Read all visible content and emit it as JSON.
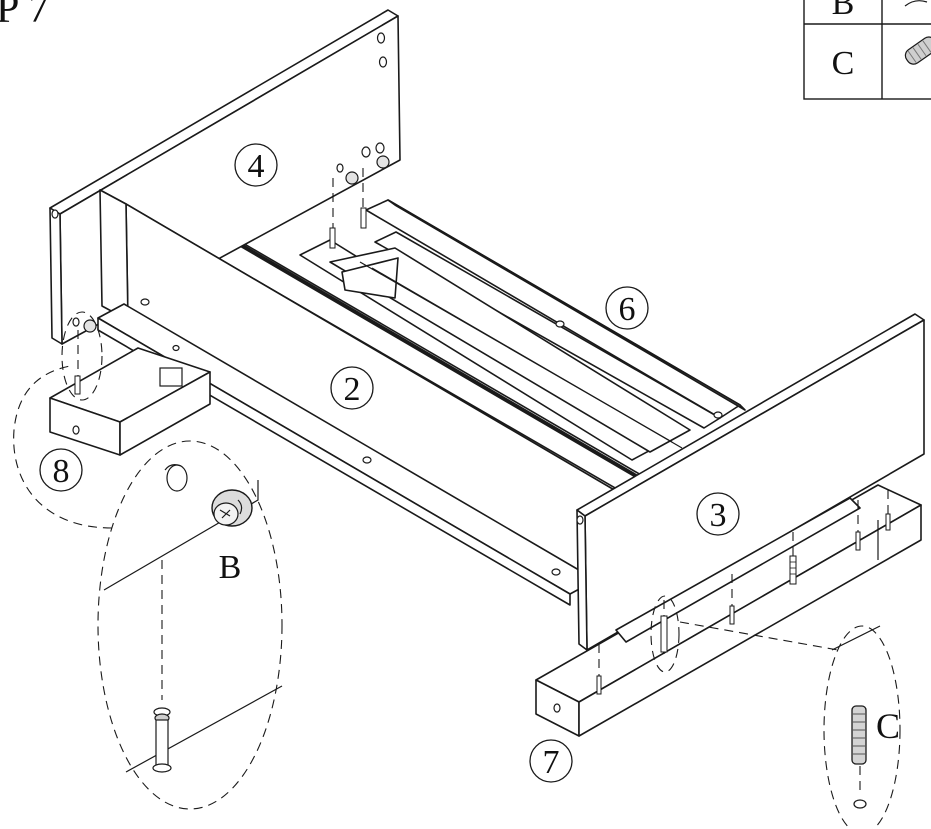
{
  "step_heading": "P 7",
  "legend": {
    "rows": [
      {
        "key": "B",
        "icon": "cam-lock-icon"
      },
      {
        "key": "C",
        "icon": "wooden-dowel-icon"
      }
    ]
  },
  "parts": {
    "p2": "2",
    "p3": "3",
    "p4": "4",
    "p6": "6",
    "p7": "7",
    "p8": "8"
  },
  "callouts": {
    "cam": "B",
    "dowel": "C"
  }
}
